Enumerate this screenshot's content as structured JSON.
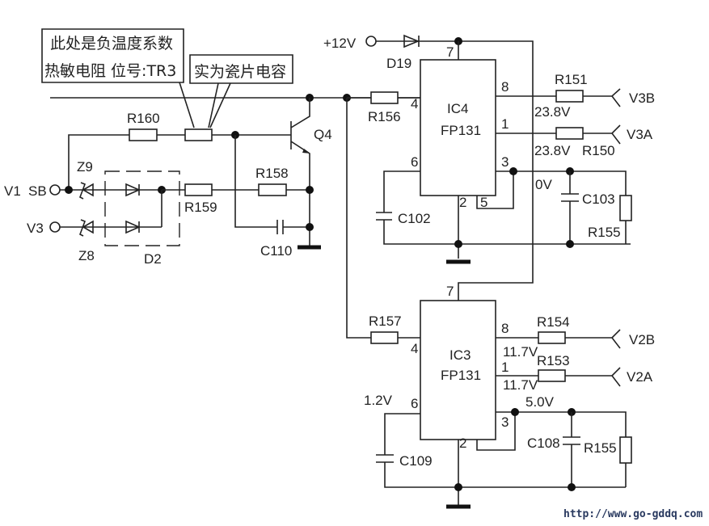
{
  "annotations": {
    "ntc_note_line1": "此处是负温度系数",
    "ntc_note_line2": "热敏电阻  位号:TR3",
    "cap_note": "实为瓷片电容"
  },
  "components": {
    "R160": "R160",
    "R158": "R158",
    "R159": "R159",
    "R156": "R156",
    "R157": "R157",
    "R151": "R151",
    "R150": "R150",
    "R155a": "R155",
    "R154": "R154",
    "R153": "R153",
    "R155b": "R155",
    "Q4": "Q4",
    "Z9": "Z9",
    "Z8": "Z8",
    "D2": "D2",
    "D19": "D19",
    "C110": "C110",
    "C102": "C102",
    "C103": "C103",
    "C109": "C109",
    "C108": "C108",
    "IC4_ref": "IC4",
    "IC4_part": "FP131",
    "IC3_ref": "IC3",
    "IC3_part": "FP131"
  },
  "ports": {
    "v1_label": "V1",
    "sb_label": "SB",
    "v3_label": "V3",
    "plus12v": "+12V",
    "v3b": "V3B",
    "v3a": "V3A",
    "v2b": "V2B",
    "v2a": "V2A"
  },
  "pins": {
    "ic4": {
      "p7": "7",
      "p8": "8",
      "p4": "4",
      "p1": "1",
      "p6": "6",
      "p3": "3",
      "p2": "2",
      "p5": "5"
    },
    "ic3": {
      "p7": "7",
      "p8": "8",
      "p4": "4",
      "p1": "1",
      "p6": "6",
      "p3": "3",
      "p2": "2"
    }
  },
  "voltages": {
    "ic4_p8": "23.8V",
    "ic4_p1": "23.8V",
    "ic4_p3": "0V",
    "ic3_p8": "11.7V",
    "ic3_p1": "11.7V",
    "ic3_p3": "5.0V",
    "ic3_p6": "1.2V"
  },
  "watermark": "http://www.go-gddq.com"
}
